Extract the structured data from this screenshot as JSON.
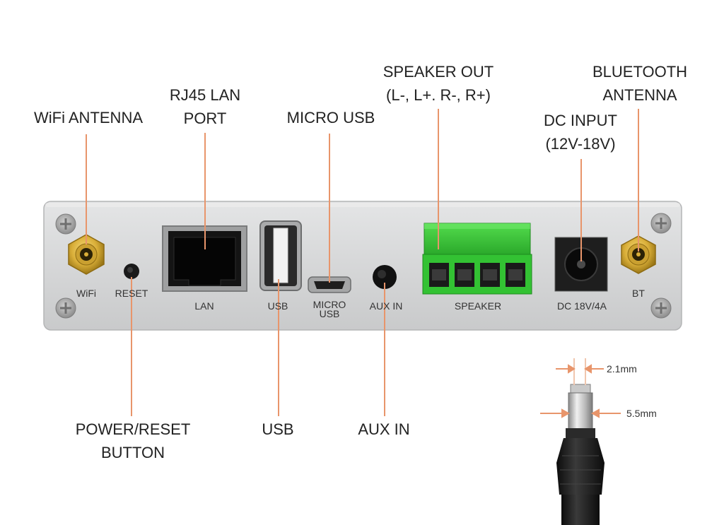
{
  "callouts": {
    "wifi_antenna": "WiFi ANTENNA",
    "rj45_line1": "RJ45 LAN",
    "rj45_line2": "PORT",
    "micro_usb": "MICRO USB",
    "speaker_out_line1": "SPEAKER OUT",
    "speaker_out_line2": "(L-, L+. R-, R+)",
    "bt_antenna_line1": "BLUETOOTH",
    "bt_antenna_line2": "ANTENNA",
    "dc_input_line1": "DC INPUT",
    "dc_input_line2": "(12V-18V)",
    "power_reset_line1": "POWER/RESET",
    "power_reset_line2": "BUTTON",
    "usb": "USB",
    "aux_in": "AUX IN"
  },
  "panel_labels": {
    "wifi": "WiFi",
    "reset": "RESET",
    "lan": "LAN",
    "usb": "USB",
    "micro_usb_line1": "MICRO",
    "micro_usb_line2": "USB",
    "aux_in": "AUX IN",
    "speaker": "SPEAKER",
    "dc": "DC 18V/4A",
    "bt": "BT"
  },
  "plug_dimensions": {
    "inner": "2.1mm",
    "outer": "5.5mm"
  },
  "colors": {
    "leader_line": "#e8956b",
    "panel": "#d9dadb",
    "terminal_green": "#3cc83c",
    "antenna_gold": "#d9ae38"
  },
  "icons": [
    "screw-icon",
    "sma-connector-icon",
    "rj45-port-icon",
    "usb-a-port-icon",
    "micro-usb-port-icon",
    "audio-jack-icon",
    "terminal-block-icon",
    "dc-jack-icon",
    "dc-plug-icon"
  ]
}
